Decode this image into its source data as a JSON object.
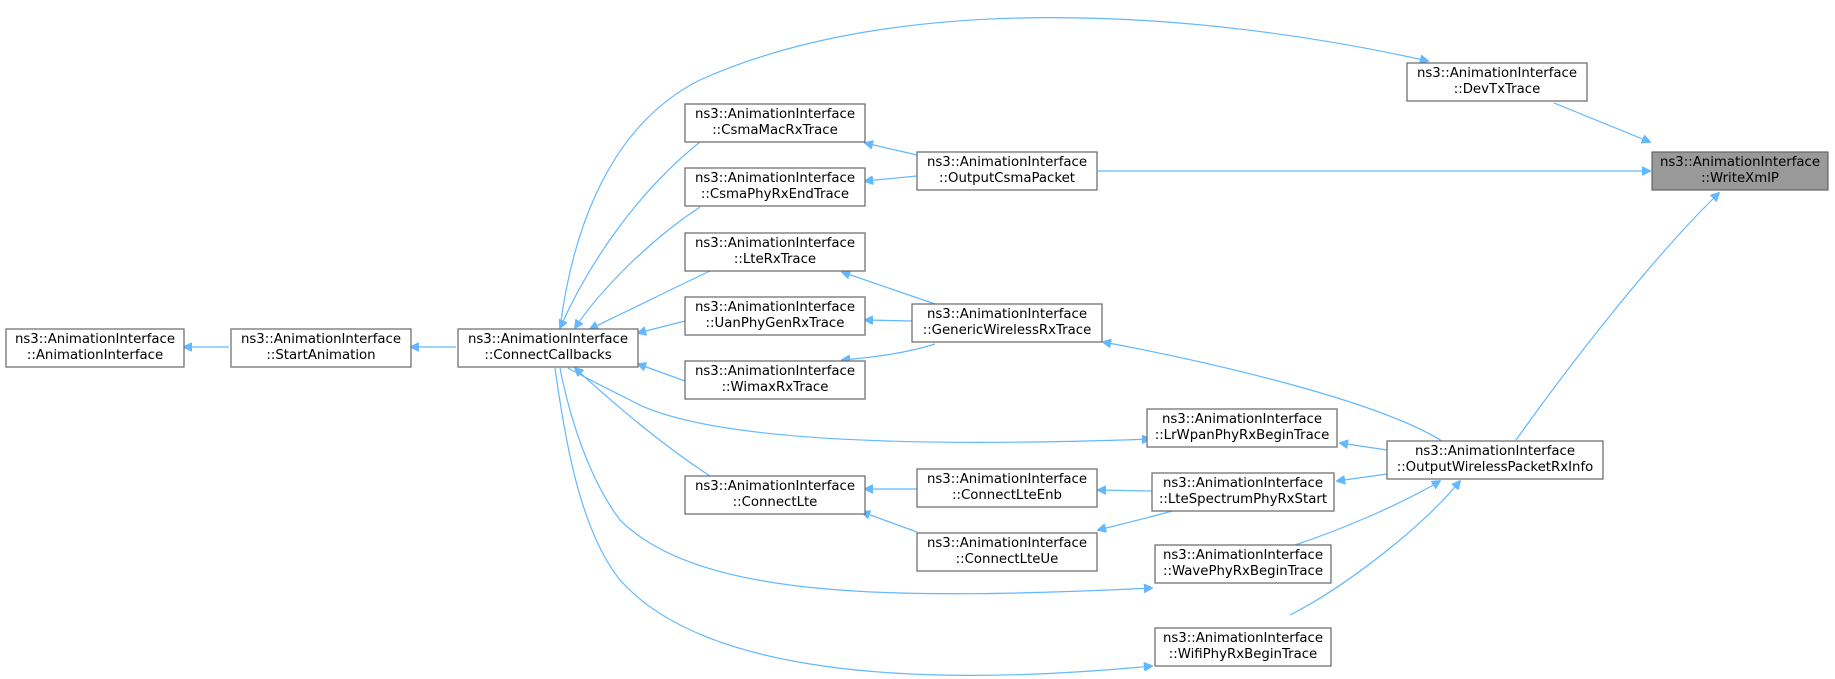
{
  "colors": {
    "edge": "#63b8ff",
    "node_border": "#666666",
    "node_fill": "#ffffff",
    "root_fill": "#999999"
  },
  "nodes": {
    "n1": {
      "line1": "ns3::AnimationInterface",
      "line2": "::AnimationInterface"
    },
    "n2": {
      "line1": "ns3::AnimationInterface",
      "line2": "::StartAnimation"
    },
    "n3": {
      "line1": "ns3::AnimationInterface",
      "line2": "::ConnectCallbacks"
    },
    "n4": {
      "line1": "ns3::AnimationInterface",
      "line2": "::CsmaMacRxTrace"
    },
    "n5": {
      "line1": "ns3::AnimationInterface",
      "line2": "::CsmaPhyRxEndTrace"
    },
    "n6": {
      "line1": "ns3::AnimationInterface",
      "line2": "::LteRxTrace"
    },
    "n7": {
      "line1": "ns3::AnimationInterface",
      "line2": "::UanPhyGenRxTrace"
    },
    "n8": {
      "line1": "ns3::AnimationInterface",
      "line2": "::WimaxRxTrace"
    },
    "n9": {
      "line1": "ns3::AnimationInterface",
      "line2": "::ConnectLte"
    },
    "n10": {
      "line1": "ns3::AnimationInterface",
      "line2": "::OutputCsmaPacket"
    },
    "n11": {
      "line1": "ns3::AnimationInterface",
      "line2": "::GenericWirelessRxTrace"
    },
    "n12": {
      "line1": "ns3::AnimationInterface",
      "line2": "::ConnectLteEnb"
    },
    "n13": {
      "line1": "ns3::AnimationInterface",
      "line2": "::ConnectLteUe"
    },
    "n14": {
      "line1": "ns3::AnimationInterface",
      "line2": "::DevTxTrace"
    },
    "n15": {
      "line1": "ns3::AnimationInterface",
      "line2": "::LrWpanPhyRxBeginTrace"
    },
    "n16": {
      "line1": "ns3::AnimationInterface",
      "line2": "::LteSpectrumPhyRxStart"
    },
    "n17": {
      "line1": "ns3::AnimationInterface",
      "line2": "::WavePhyRxBeginTrace"
    },
    "n18": {
      "line1": "ns3::AnimationInterface",
      "line2": "::WifiPhyRxBeginTrace"
    },
    "n19": {
      "line1": "ns3::AnimationInterface",
      "line2": "::OutputWirelessPacketRxInfo"
    },
    "n20": {
      "line1": "ns3::AnimationInterface",
      "line2": "::WriteXmlP"
    }
  }
}
